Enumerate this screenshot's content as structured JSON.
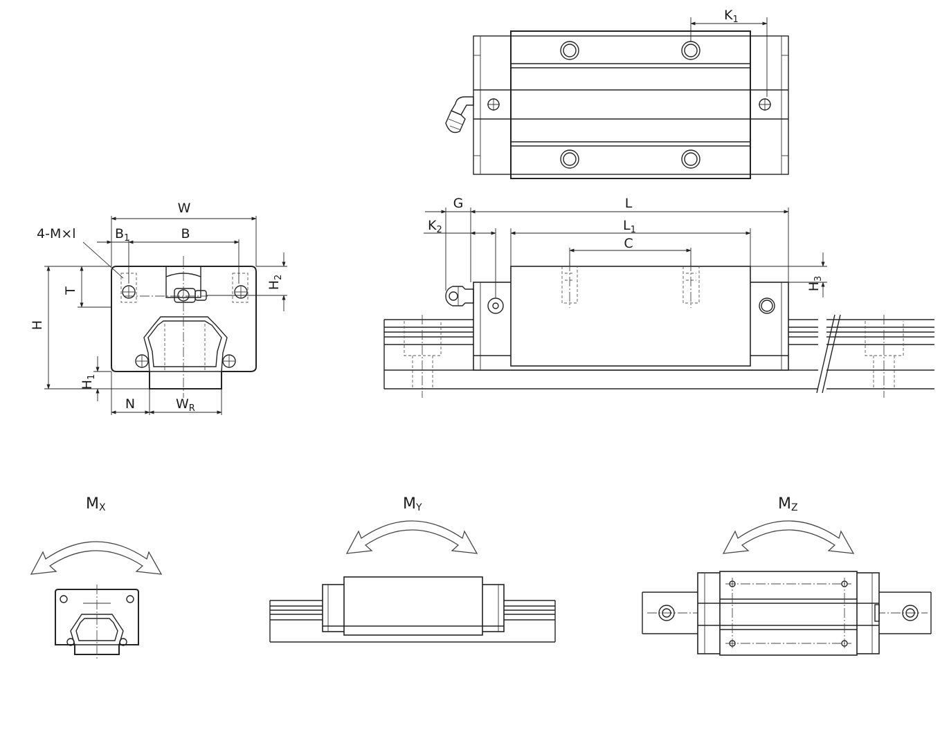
{
  "front_view": {
    "labels": {
      "W": "W",
      "B": "B",
      "B1": {
        "main": "B",
        "sub": "1"
      },
      "M": "4-M×l",
      "T": "T",
      "H": "H",
      "H1": {
        "main": "H",
        "sub": "1"
      },
      "H2": {
        "main": "H",
        "sub": "2"
      },
      "N": "N",
      "WR": {
        "main": "W",
        "sub": "R"
      }
    }
  },
  "top_view": {
    "labels": {
      "K1": {
        "main": "K",
        "sub": "1"
      }
    }
  },
  "side_view": {
    "labels": {
      "G": "G",
      "L": "L",
      "L1": {
        "main": "L",
        "sub": "1"
      },
      "K2": {
        "main": "K",
        "sub": "2"
      },
      "C": "C",
      "H3": {
        "main": "H",
        "sub": "3"
      }
    }
  },
  "moments": [
    {
      "main": "M",
      "sub": "X"
    },
    {
      "main": "M",
      "sub": "Y"
    },
    {
      "main": "M",
      "sub": "Z"
    }
  ]
}
